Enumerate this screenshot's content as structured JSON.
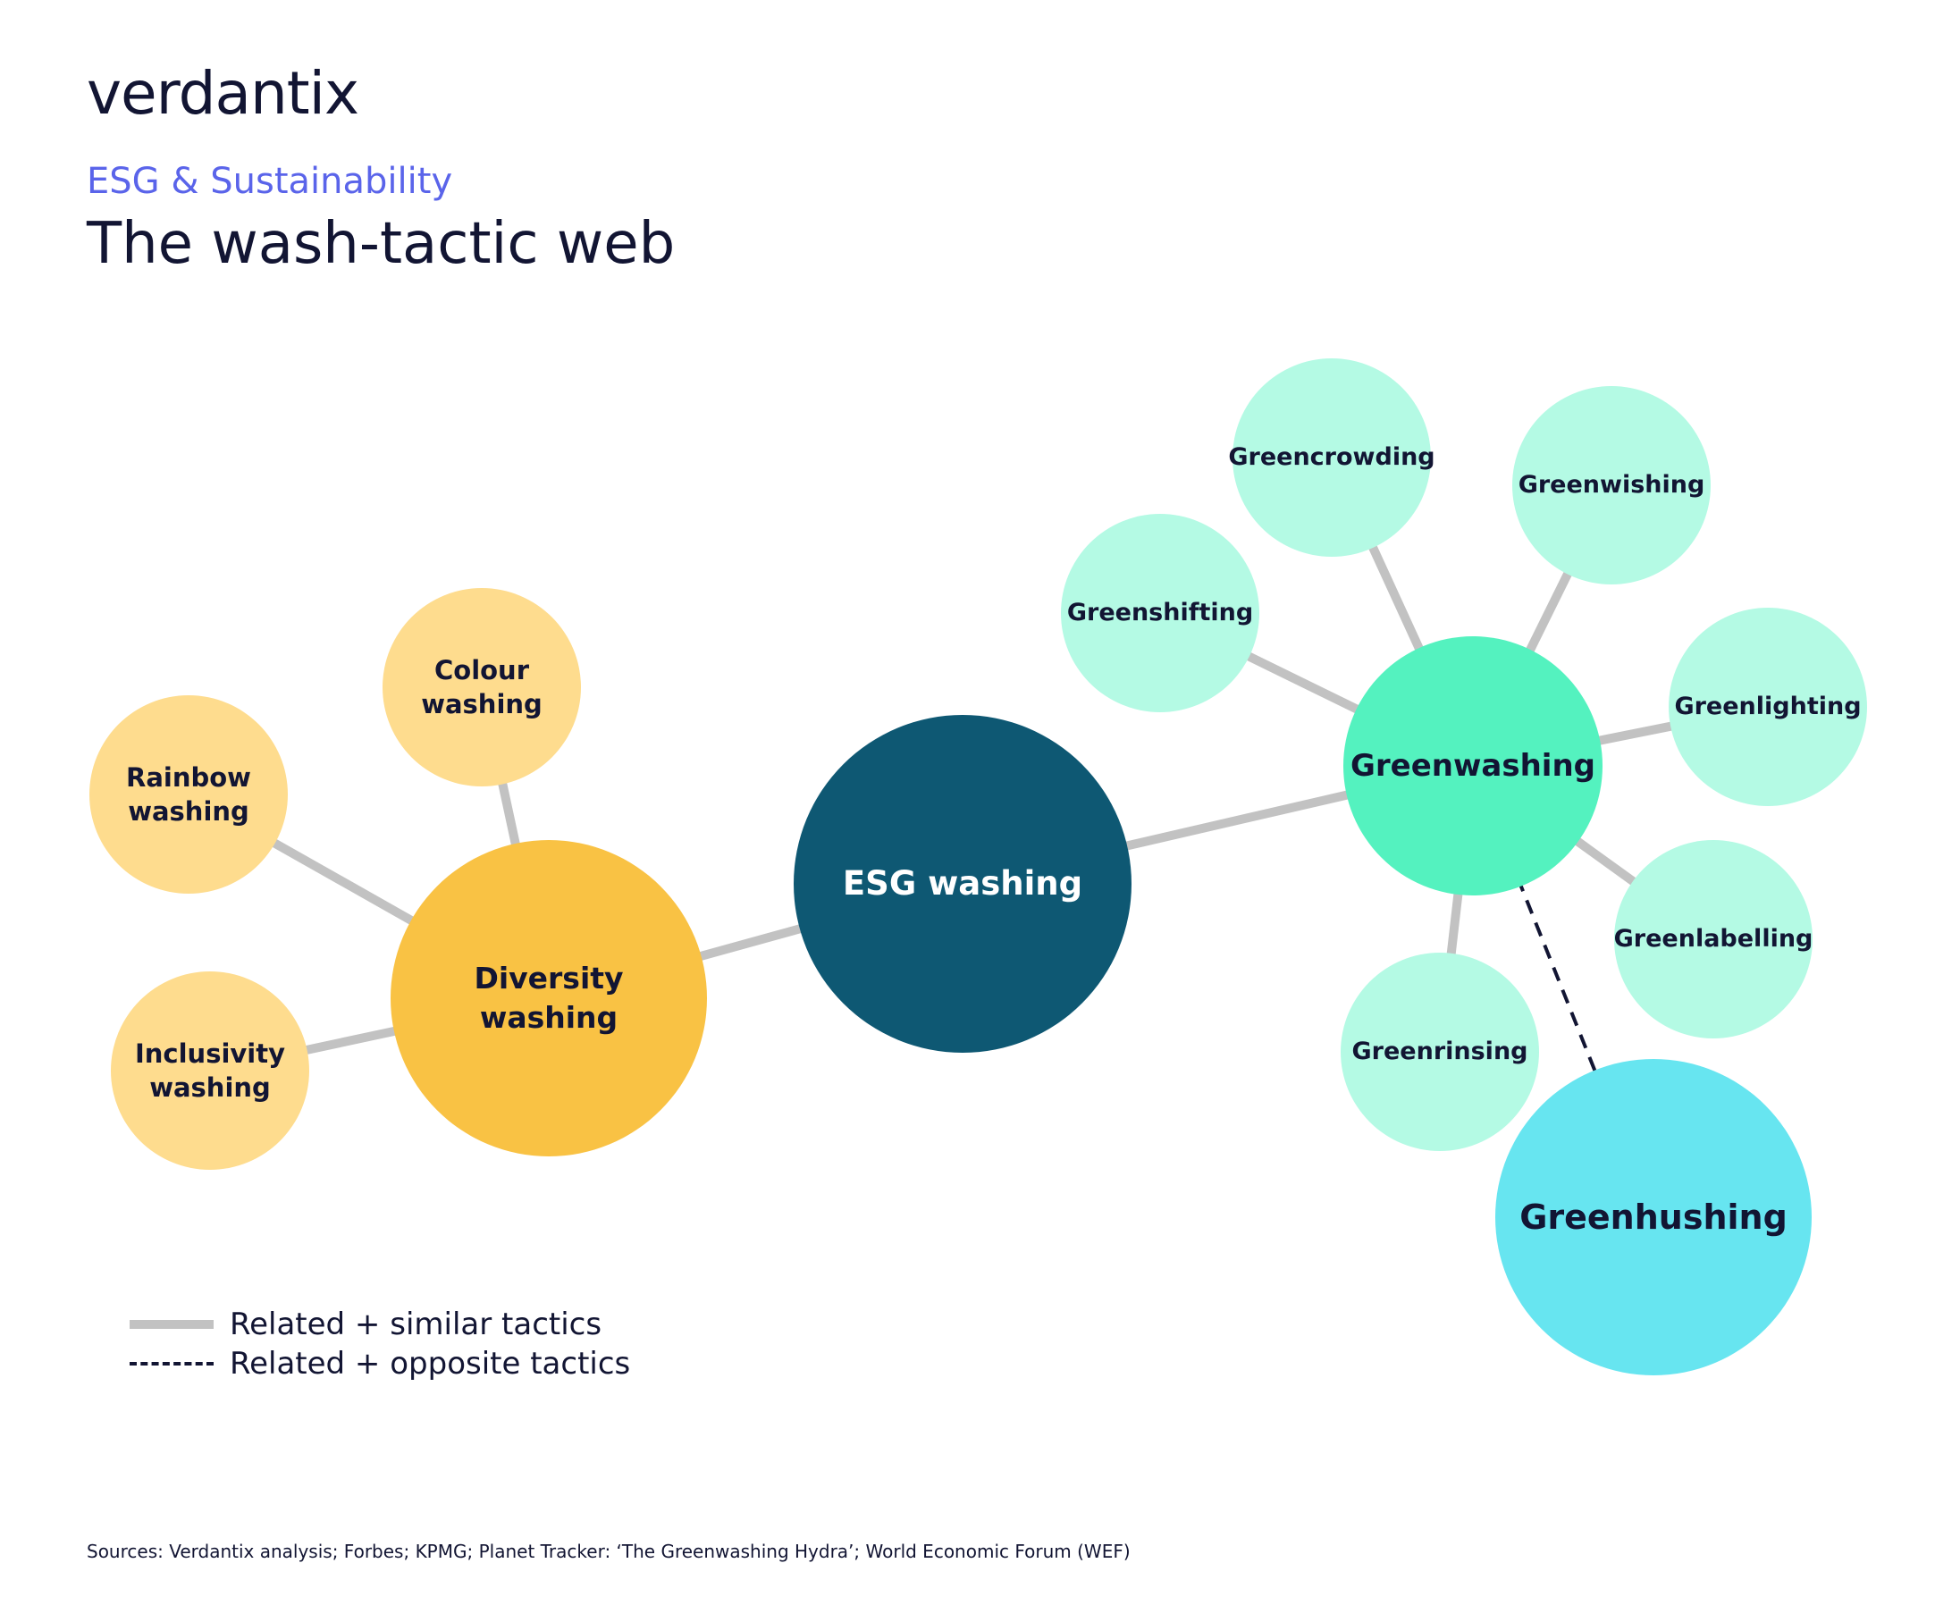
{
  "header": {
    "brand": "verdantix",
    "category": "ESG & Sustainability",
    "title": "The wash-tactic web"
  },
  "nodes": {
    "rainbow": [
      "Rainbow",
      "washing"
    ],
    "colour": [
      "Colour",
      "washing"
    ],
    "inclusivity": [
      "Inclusivity",
      "washing"
    ],
    "diversity": [
      "Diversity washing"
    ],
    "esg": [
      "ESG washing"
    ],
    "greenwashing": [
      "Greenwashing"
    ],
    "greenshifting": [
      "Greenshifting"
    ],
    "greencrowding": [
      "Greencrowding"
    ],
    "greenwishing": [
      "Greenwishing"
    ],
    "greenlighting": [
      "Greenlighting"
    ],
    "greenlabelling": [
      "Greenlabelling"
    ],
    "greenrinsing": [
      "Greenrinsing"
    ],
    "greenhushing": [
      "Greenhushing"
    ]
  },
  "edges": [
    {
      "from": "esg",
      "to": "diversity",
      "style": "similar"
    },
    {
      "from": "esg",
      "to": "greenwashing",
      "style": "similar"
    },
    {
      "from": "diversity",
      "to": "rainbow",
      "style": "similar"
    },
    {
      "from": "diversity",
      "to": "colour",
      "style": "similar"
    },
    {
      "from": "diversity",
      "to": "inclusivity",
      "style": "similar"
    },
    {
      "from": "greenwashing",
      "to": "greenshifting",
      "style": "similar"
    },
    {
      "from": "greenwashing",
      "to": "greencrowding",
      "style": "similar"
    },
    {
      "from": "greenwashing",
      "to": "greenwishing",
      "style": "similar"
    },
    {
      "from": "greenwashing",
      "to": "greenlighting",
      "style": "similar"
    },
    {
      "from": "greenwashing",
      "to": "greenlabelling",
      "style": "similar"
    },
    {
      "from": "greenwashing",
      "to": "greenrinsing",
      "style": "similar"
    },
    {
      "from": "greenwashing",
      "to": "greenhushing",
      "style": "opposite"
    }
  ],
  "colors": {
    "similar_line": "#c2c2c2",
    "opposite_line": "#121533",
    "diversity_family_light": "#fedc8e",
    "diversity_family": "#f9c244",
    "esg": "#0e5873",
    "greenwashing": "#54f2bf",
    "green_family_light": "#b4fae4",
    "greenhushing": "#67e5f0"
  },
  "legend": {
    "similar": "Related + similar tactics",
    "opposite": "Related + opposite tactics"
  },
  "sources": "Sources: Verdantix analysis; Forbes; KPMG; Planet Tracker: ‘The Greenwashing Hydra’; World Economic Forum (WEF)"
}
